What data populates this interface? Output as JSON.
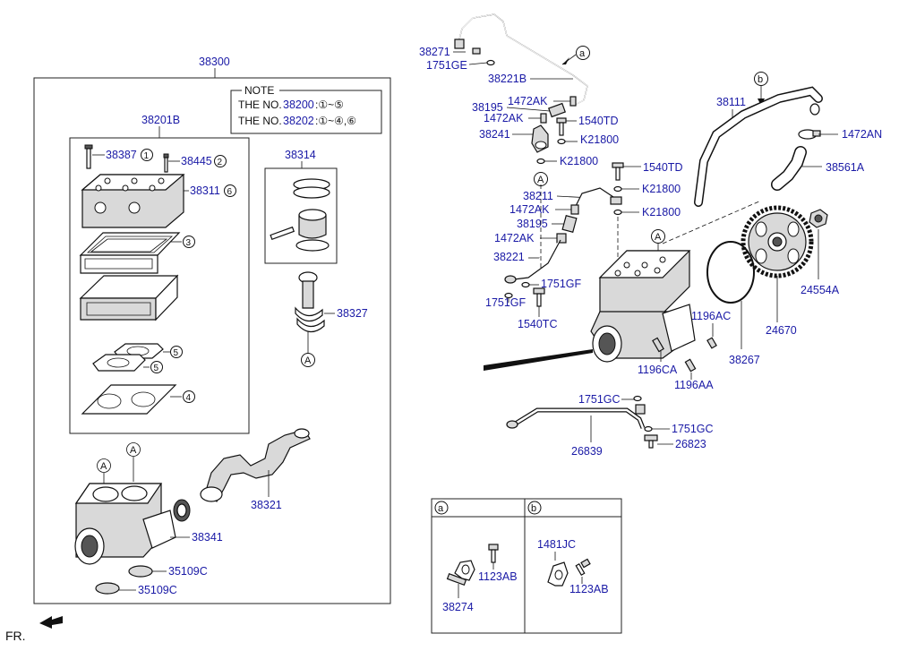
{
  "assembly": {
    "number": "38300"
  },
  "note": {
    "title": "NOTE",
    "line1_prefix": "THE NO.",
    "line1_part": "38200",
    "line1_range": ":①~⑤",
    "line2_prefix": "THE NO.",
    "line2_part": "38202",
    "line2_range": ":①~④,⑥"
  },
  "left_labels": {
    "head_assy": "38201B",
    "bolt": "38387",
    "bolt_ref": "1",
    "pin": "38445",
    "pin_ref": "2",
    "head": "38311",
    "head_ref": "6",
    "gasket1_ref": "3",
    "gasket2_ref": "5",
    "gasket3_ref": "5",
    "gasket4_ref": "4",
    "piston": "38314",
    "rod": "38327",
    "ref_a1": "A",
    "crank": "38321",
    "housing": "38341",
    "cap1": "35109C",
    "cap2": "35109C",
    "ref_a2": "A",
    "ref_a3": "A"
  },
  "right_labels": {
    "p38271": "38271",
    "p1751GE": "1751GE",
    "ref_a": "a",
    "p38221B": "38221B",
    "p1472AK_1": "1472AK",
    "p38195_1": "38195",
    "p1472AK_2": "1472AK",
    "p1540TD_1": "1540TD",
    "p38241": "38241",
    "pK21800_1": "K21800",
    "pK21800_2": "K21800",
    "ref_A_1": "A",
    "p1540TD_2": "1540TD",
    "pK21800_3": "K21800",
    "p38211": "38211",
    "p1472AK_3": "1472AK",
    "pK21800_4": "K21800",
    "p38195_2": "38195",
    "p1472AK_4": "1472AK",
    "p38221": "38221",
    "p1751GF_1": "1751GF",
    "p1751GF_2": "1751GF",
    "p1540TC": "1540TC",
    "ref_b": "b",
    "p38111": "38111",
    "p1472AN": "1472AN",
    "p38561A": "38561A",
    "ref_A_2": "A",
    "p24554A": "24554A",
    "p24670": "24670",
    "p1196AC": "1196AC",
    "p38267": "38267",
    "p1196CA": "1196CA",
    "p1196AA": "1196AA",
    "p1751GC_1": "1751GC",
    "p1751GC_2": "1751GC",
    "p26839": "26839",
    "p26823": "26823"
  },
  "detail_table": {
    "col_a": "a",
    "col_b": "b",
    "a_bolt": "1123AB",
    "a_clip": "38274",
    "b_clip": "1481JC",
    "b_bolt": "1123AB"
  },
  "direction": {
    "label": "FR."
  }
}
